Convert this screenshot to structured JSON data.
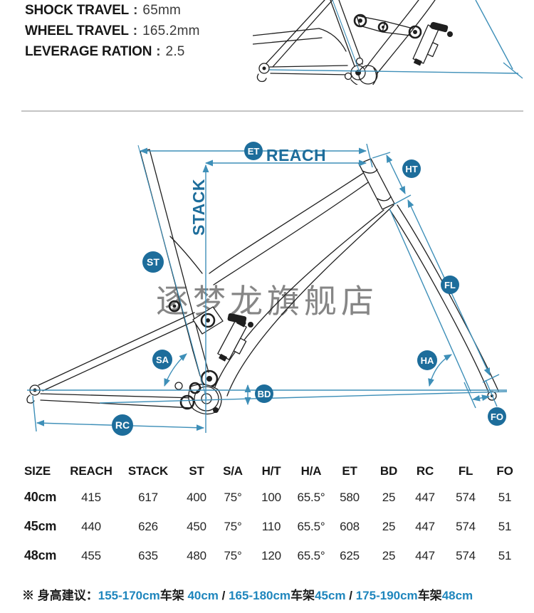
{
  "specs": {
    "separator": ":",
    "items": [
      {
        "label": "SHOCK TRAVEL",
        "value": "65mm"
      },
      {
        "label": "WHEEL TRAVEL",
        "value": "165.2mm"
      },
      {
        "label": "LEVERAGE RATION",
        "value": "2.5"
      }
    ]
  },
  "watermark": "逐梦龙旗舰店",
  "diagram": {
    "reach_label": "REACH",
    "stack_label": "STACK",
    "badges": [
      {
        "label": "ET"
      },
      {
        "label": "HT"
      },
      {
        "label": "ST"
      },
      {
        "label": "FL"
      },
      {
        "label": "SA"
      },
      {
        "label": "HA"
      },
      {
        "label": "BD"
      },
      {
        "label": "FO"
      },
      {
        "label": "RC"
      }
    ],
    "colors": {
      "accent": "#1d6d9b",
      "dimension_line": "#3e8fb8",
      "drawing": "#1f1f1f",
      "watermark": "#868686",
      "footer_accent": "#1f86bd"
    }
  },
  "table": {
    "headers": [
      "SIZE",
      "REACH",
      "STACK",
      "ST",
      "S/A",
      "H/T",
      "H/A",
      "ET",
      "BD",
      "RC",
      "FL",
      "FO"
    ],
    "rows": [
      [
        "40cm",
        "415",
        "617",
        "400",
        "75°",
        "100",
        "65.5°",
        "580",
        "25",
        "447",
        "574",
        "51"
      ],
      [
        "45cm",
        "440",
        "626",
        "450",
        "75°",
        "110",
        "65.5°",
        "608",
        "25",
        "447",
        "574",
        "51"
      ],
      [
        "48cm",
        "455",
        "635",
        "480",
        "75°",
        "120",
        "65.5°",
        "625",
        "25",
        "447",
        "574",
        "51"
      ]
    ]
  },
  "footer": {
    "prefix": "※ 身高建议：",
    "parts": [
      {
        "text": "155-170cm",
        "accent": true
      },
      {
        "text": "车架 ",
        "accent": false
      },
      {
        "text": "40cm",
        "accent": true
      },
      {
        "text": " / ",
        "accent": false
      },
      {
        "text": "165-180cm",
        "accent": true
      },
      {
        "text": "车架",
        "accent": false
      },
      {
        "text": "45cm",
        "accent": true
      },
      {
        "text": " / ",
        "accent": false
      },
      {
        "text": "175-190cm",
        "accent": true
      },
      {
        "text": "车架",
        "accent": false
      },
      {
        "text": "48cm",
        "accent": true
      }
    ]
  }
}
